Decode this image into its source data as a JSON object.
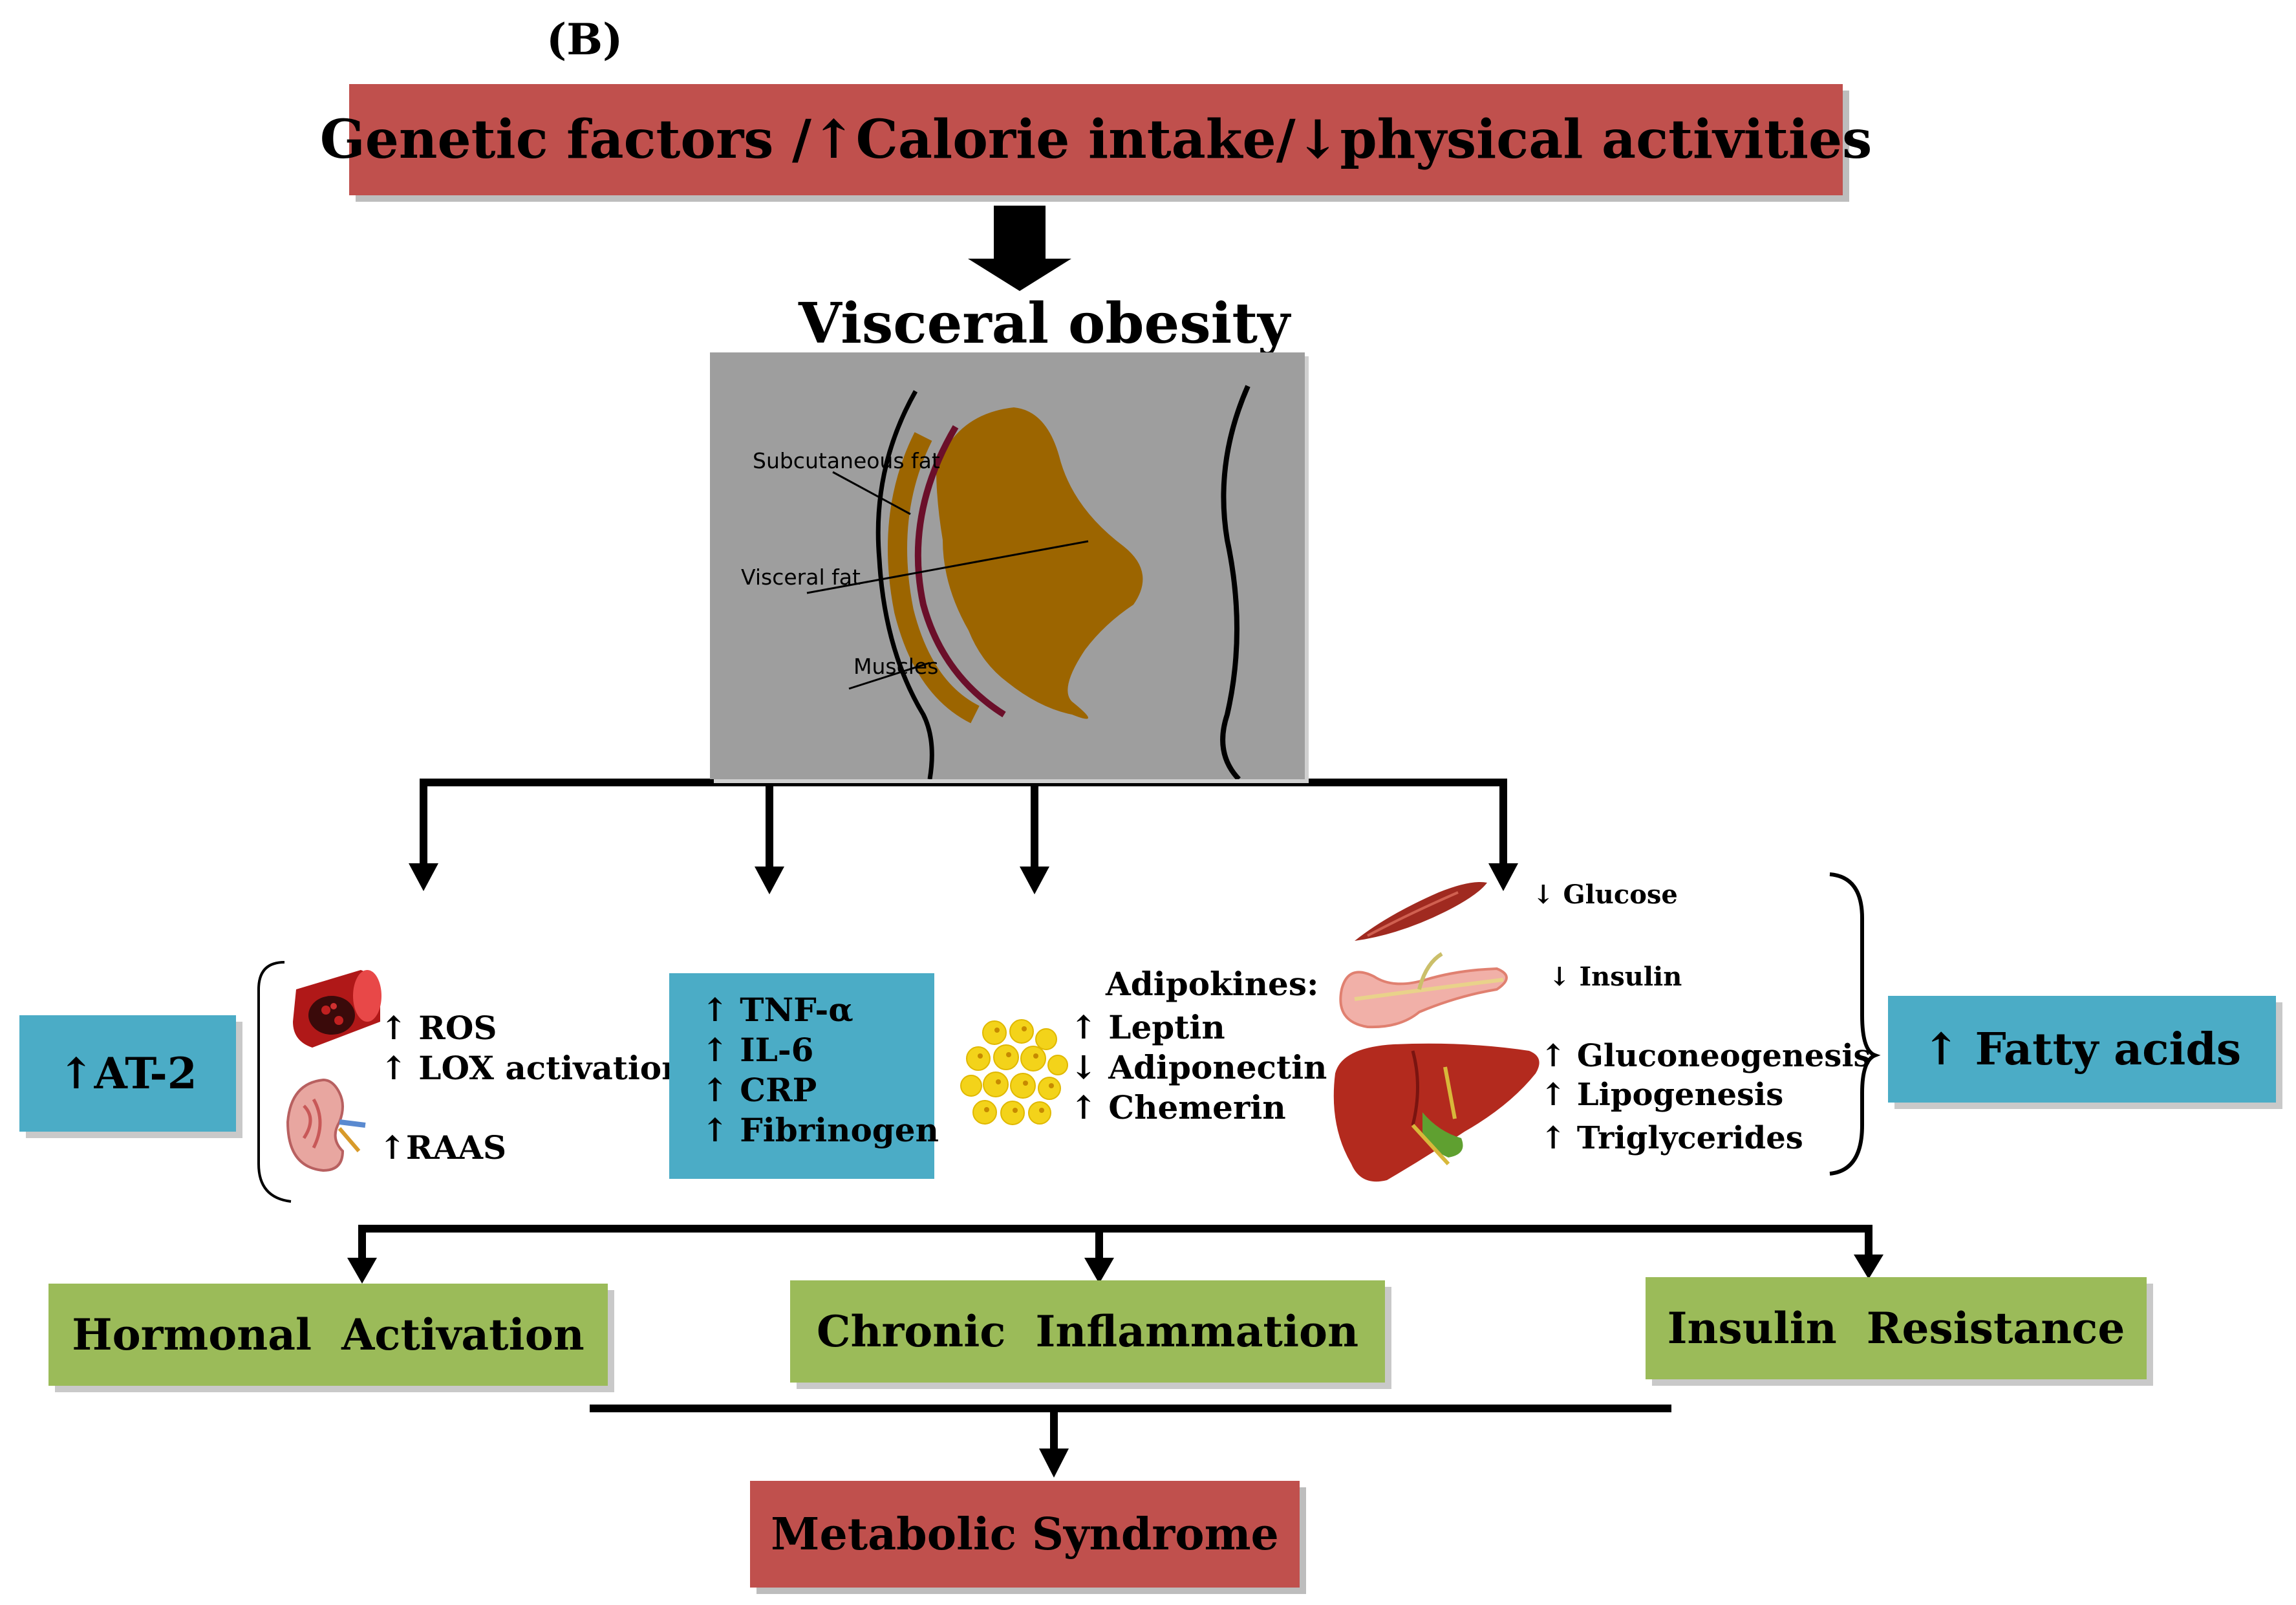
{
  "panel_label": "(B)",
  "top_box": "Genetic factors /↑Calorie intake/↓physical activities",
  "visceral_obesity": {
    "title": "Visceral obesity",
    "labels": {
      "subcutaneous": "Subcutaneous fat",
      "visceral": "Visceral fat",
      "muscles": "Muscles"
    }
  },
  "at2_box": "↑AT-2",
  "vascular": {
    "ros": "↑ ROS",
    "lox": "↑ LOX activation",
    "raas": "↑RAAS"
  },
  "inflammatory_box": {
    "items": [
      "↑ TNF-α",
      "↑ IL-6",
      "↑ CRP",
      "↑ Fibrinogen"
    ]
  },
  "adipokines": {
    "title": "Adipokines:",
    "items": [
      "↑ Leptin",
      "↓ Adiponectin",
      "↑ Chemerin"
    ]
  },
  "metabolic": {
    "glucose": "↓ Glucose",
    "insulin": "↓ Insulin",
    "gluconeogenesis": "↑ Gluconeogenesis",
    "lipogenesis": "↑ Lipogenesis",
    "triglycerides": "↑ Triglycerides"
  },
  "fatty_acids_box": "↑ Fatty acids",
  "outcomes": {
    "hormonal": "Hormonal  Activation",
    "inflammation": "Chronic  Inflammation",
    "insulin_resistance": "Insulin  Resistance"
  },
  "final_box": "Metabolic Syndrome",
  "colors": {
    "red": "#c0504d",
    "blue": "#4bacc6",
    "green": "#9bbb59",
    "fat": "#9c6500",
    "grey_panel": "#9e9e9e"
  }
}
